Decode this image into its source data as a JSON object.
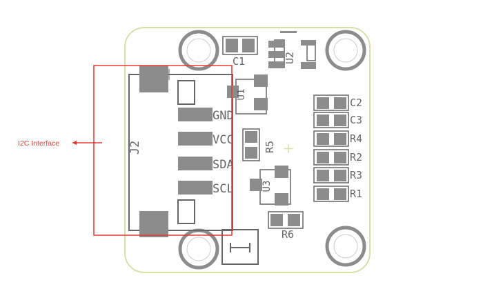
{
  "connector": {
    "ref": "J2",
    "pins": [
      "GND",
      "VCC",
      "SDA",
      "SCL"
    ]
  },
  "components": {
    "c1": "C1",
    "u2": "U2",
    "u1": "U1",
    "u3": "U3",
    "r5": "R5",
    "r6": "R6",
    "side": [
      "C2",
      "C3",
      "R4",
      "R2",
      "R3",
      "R1"
    ]
  },
  "annotation": {
    "text": "I2C Interface"
  },
  "colors": {
    "board_outline": "#d8e0a8",
    "pad": "#8c8c8c",
    "silkscreen": "#666666",
    "annotation": "#e53935"
  }
}
